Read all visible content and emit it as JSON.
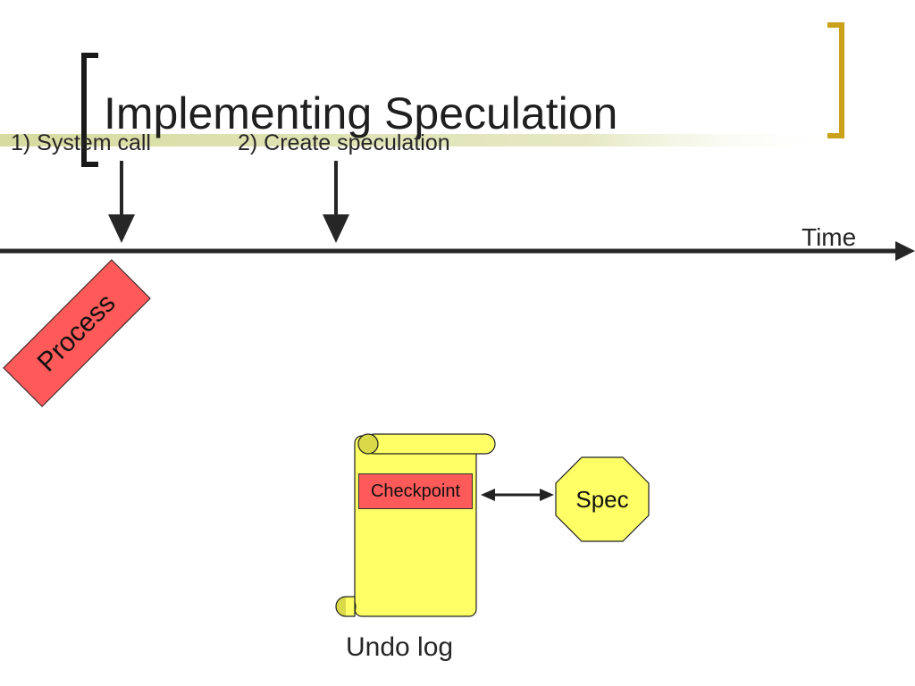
{
  "slide": {
    "title": "Implementing Speculation"
  },
  "steps": [
    {
      "label": "1) System call"
    },
    {
      "label": "2) Create speculation"
    }
  ],
  "timeline": {
    "label": "Time"
  },
  "process": {
    "label": "Process"
  },
  "undo_log": {
    "entry_label": "Checkpoint",
    "caption": "Undo log"
  },
  "spec": {
    "label": "Spec"
  },
  "colors": {
    "bracket_dark": "#1a1a1a",
    "bracket_gold": "#c9a11a",
    "title_rule": "#d6dca0",
    "scroll_fill": "#ffff66",
    "checkpoint_fill": "#ff5a5a",
    "process_fill": "#ff5a5a",
    "spec_fill": "#ffff66",
    "axis": "#262626"
  }
}
